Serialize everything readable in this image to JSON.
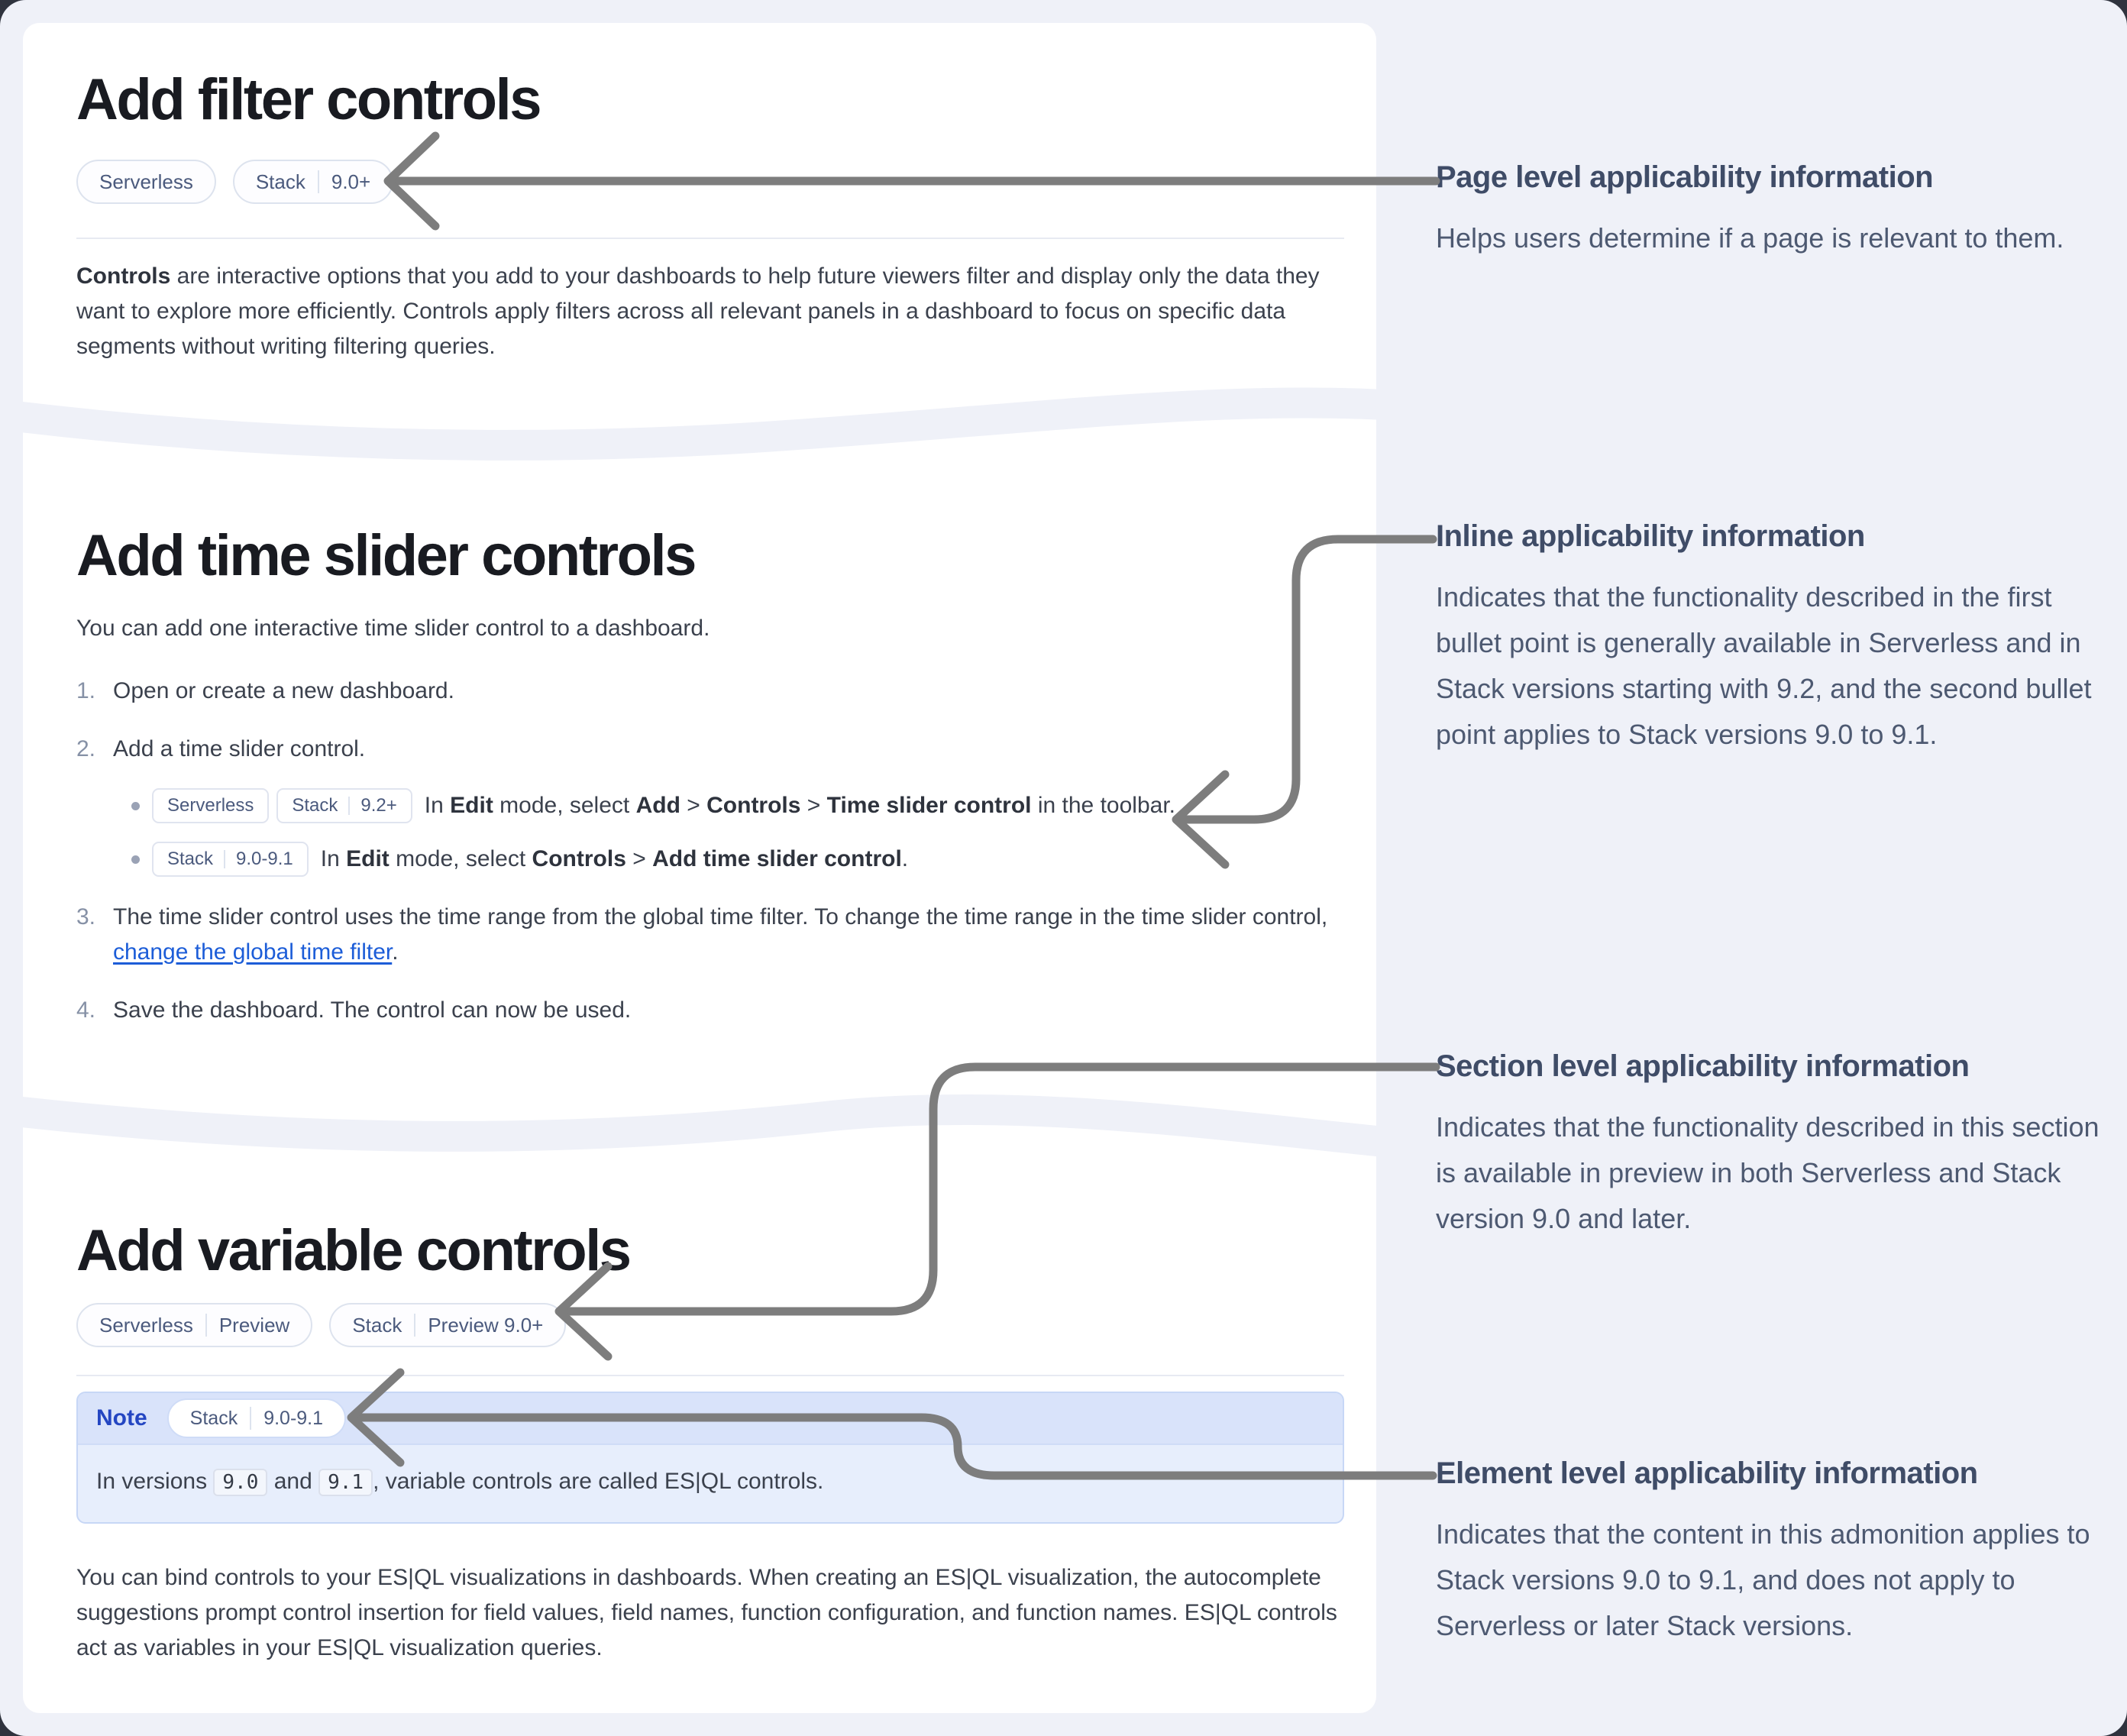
{
  "colors": {
    "page_background": "#eff1f8",
    "card_background": "#ffffff",
    "heading_text": "#191b21",
    "body_text": "#3b414d",
    "badge_text": "#4b5a7d",
    "link_blue": "#1c5dd8",
    "note_label_blue": "#2446c2",
    "note_header_bg": "#d9e3fa",
    "note_body_bg": "#e7eefc",
    "annotation_text": "#4d5971",
    "arrow_gray": "#7d7d7d"
  },
  "cards": [
    {
      "title": "Add filter controls",
      "badges": [
        {
          "parts": [
            "Serverless"
          ]
        },
        {
          "parts": [
            "Stack",
            "9.0+"
          ]
        }
      ],
      "paragraph_segments": [
        {
          "t": "Controls",
          "b": 1
        },
        {
          "t": " are interactive options that you add to your dashboards to help future viewers filter and display only the data they want to explore more efficiently. Controls apply filters across all relevant panels in a dashboard to focus on specific data segments without writing filtering queries."
        }
      ]
    },
    {
      "title": "Add time slider controls",
      "intro": "You can add one interactive time slider control to a dashboard.",
      "steps": [
        {
          "num": "1.",
          "segments": [
            {
              "t": "Open or create a new dashboard."
            }
          ]
        },
        {
          "num": "2.",
          "segments": [
            {
              "t": "Add a time slider control."
            }
          ],
          "bullets": [
            {
              "badges": [
                {
                  "parts": [
                    "Serverless"
                  ]
                },
                {
                  "parts": [
                    "Stack",
                    "9.2+"
                  ]
                }
              ],
              "segments": [
                {
                  "t": "In "
                },
                {
                  "t": "Edit",
                  "b": 1
                },
                {
                  "t": " mode, select "
                },
                {
                  "t": "Add",
                  "b": 1
                },
                {
                  "t": " > "
                },
                {
                  "t": "Controls",
                  "b": 1
                },
                {
                  "t": " > "
                },
                {
                  "t": "Time slider control",
                  "b": 1
                },
                {
                  "t": " in the toolbar."
                }
              ]
            },
            {
              "badges": [
                {
                  "parts": [
                    "Stack",
                    "9.0-9.1"
                  ]
                }
              ],
              "segments": [
                {
                  "t": "In "
                },
                {
                  "t": "Edit",
                  "b": 1
                },
                {
                  "t": " mode, select "
                },
                {
                  "t": "Controls",
                  "b": 1
                },
                {
                  "t": " > "
                },
                {
                  "t": "Add time slider control",
                  "b": 1
                },
                {
                  "t": "."
                }
              ]
            }
          ]
        },
        {
          "num": "3.",
          "segments": [
            {
              "t": "The time slider control uses the time range from the global time filter. To change the time range in the time slider control, "
            },
            {
              "t": "change the global time filter",
              "link": 1
            },
            {
              "t": "."
            }
          ]
        },
        {
          "num": "4.",
          "segments": [
            {
              "t": "Save the dashboard. The control can now be used."
            }
          ]
        }
      ]
    },
    {
      "title": "Add variable controls",
      "badges": [
        {
          "parts": [
            "Serverless",
            "Preview"
          ]
        },
        {
          "parts": [
            "Stack",
            "Preview 9.0+"
          ]
        }
      ],
      "note": {
        "label": "Note",
        "badges": [
          {
            "parts": [
              "Stack",
              "9.0-9.1"
            ]
          }
        ],
        "segments": [
          {
            "t": "In versions "
          },
          {
            "t": "9.0",
            "code": 1
          },
          {
            "t": " and "
          },
          {
            "t": "9.1",
            "code": 1
          },
          {
            "t": ", variable controls are called ES|QL controls."
          }
        ]
      },
      "paragraph": "You can bind controls to your ES|QL visualizations in dashboards. When creating an ES|QL visualization, the autocomplete suggestions prompt control insertion for field values, field names, function configuration, and function names. ES|QL controls act as variables in your ES|QL visualization queries."
    }
  ],
  "annotations": [
    {
      "title": "Page level applicability information",
      "body": "Helps users determine if a page is relevant to them."
    },
    {
      "title": "Inline applicability information",
      "body": "Indicates that the functionality described in the first bullet point is generally available in Serverless and in Stack versions starting with 9.2, and the second bullet point applies to Stack versions 9.0 to 9.1."
    },
    {
      "title": "Section level applicability information",
      "body": "Indicates that the functionality described in this section is available in preview in both Serverless and Stack version 9.0 and later."
    },
    {
      "title": "Element level applicability information",
      "body": "Indicates that the content in this admonition applies to Stack versions 9.0 to 9.1, and does not apply to Serverless or later Stack versions."
    }
  ]
}
